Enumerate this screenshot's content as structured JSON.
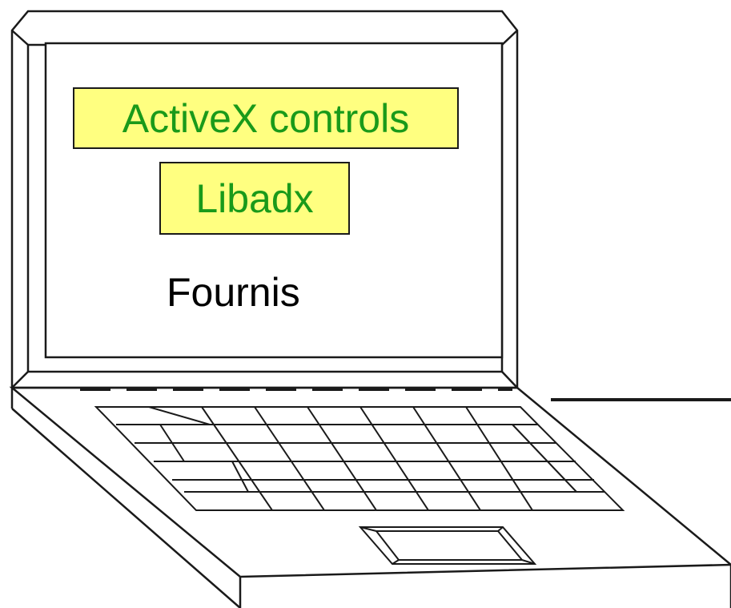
{
  "labels": {
    "activex": "ActiveX controls",
    "libadx": "Libadx",
    "fournis": "Fournis"
  },
  "colors": {
    "box_fill": "#ffff80",
    "box_text": "#1a9a1a",
    "plain_text": "#000000",
    "line": "#1a1a1a"
  }
}
